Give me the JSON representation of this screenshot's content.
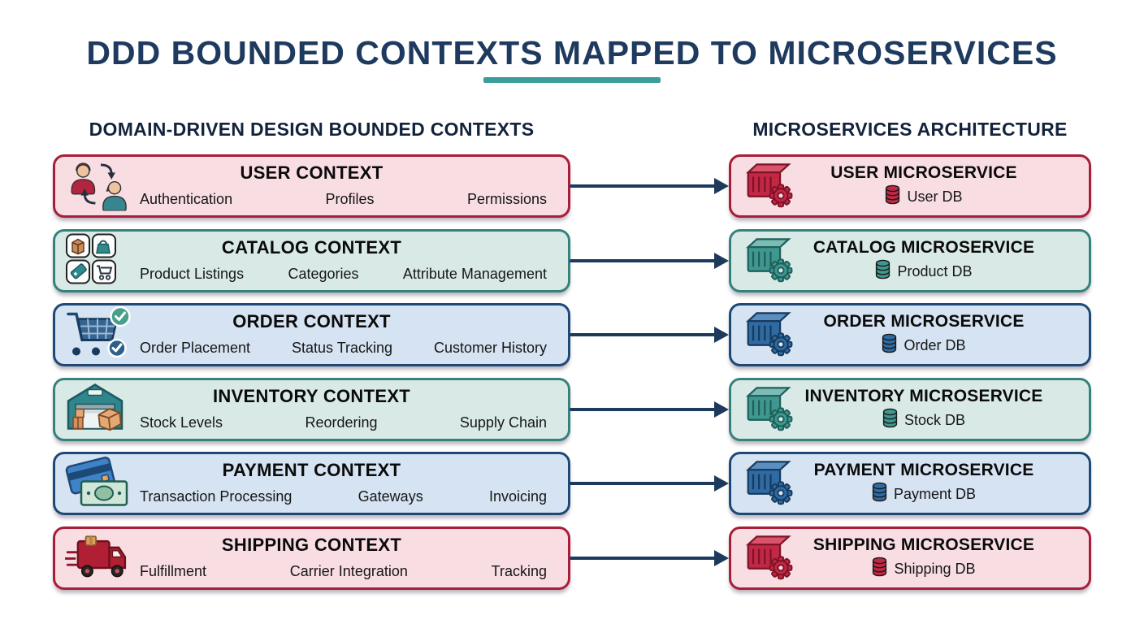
{
  "title": "DDD BOUNDED CONTEXTS MAPPED TO MICROSERVICES",
  "columns": {
    "left": "DOMAIN-DRIVEN DESIGN BOUNDED CONTEXTS",
    "right": "MICROSERVICES ARCHITECTURE"
  },
  "colors": {
    "title_text": "#1e3a5f",
    "underline": "#3a9d9b",
    "arrow": "#1d3a5c",
    "pink_bg": "#f8dde3",
    "pink_border": "#a81e38",
    "teal_bg": "#d9eae6",
    "teal_border": "#35827d",
    "blue_bg": "#d5e3f2",
    "blue_border": "#1d4976"
  },
  "rows": [
    {
      "theme": "pink",
      "left": {
        "icon": "users-swap-icon",
        "title": "USER CONTEXT",
        "items": [
          "Authentication",
          "Profiles",
          "Permissions"
        ]
      },
      "right": {
        "icon": "container-gear-icon",
        "title": "USER MICROSERVICE",
        "db_icon": "database-icon",
        "db_label": "User DB"
      }
    },
    {
      "theme": "teal",
      "left": {
        "icon": "catalog-items-icon",
        "title": "CATALOG CONTEXT",
        "items": [
          "Product Listings",
          "Categories",
          "Attribute Management"
        ]
      },
      "right": {
        "icon": "container-gear-icon",
        "title": "CATALOG MICROSERVICE",
        "db_icon": "database-icon",
        "db_label": "Product DB"
      }
    },
    {
      "theme": "blue",
      "left": {
        "icon": "order-cart-icon",
        "title": "ORDER CONTEXT",
        "items": [
          "Order Placement",
          "Status Tracking",
          "Customer History"
        ]
      },
      "right": {
        "icon": "container-gear-icon",
        "title": "ORDER MICROSERVICE",
        "db_icon": "database-icon",
        "db_label": "Order DB"
      }
    },
    {
      "theme": "teal",
      "left": {
        "icon": "warehouse-icon",
        "title": "INVENTORY CONTEXT",
        "items": [
          "Stock Levels",
          "Reordering",
          "Supply Chain"
        ]
      },
      "right": {
        "icon": "container-gear-icon",
        "title": "INVENTORY MICROSERVICE",
        "db_icon": "database-icon",
        "db_label": "Stock DB"
      }
    },
    {
      "theme": "blue",
      "left": {
        "icon": "payment-card-icon",
        "title": "PAYMENT CONTEXT",
        "items": [
          "Transaction Processing",
          "Gateways",
          "Invoicing"
        ]
      },
      "right": {
        "icon": "container-gear-icon",
        "title": "PAYMENT MICROSERVICE",
        "db_icon": "database-icon",
        "db_label": "Payment DB"
      }
    },
    {
      "theme": "pink",
      "left": {
        "icon": "shipping-truck-icon",
        "title": "SHIPPING CONTEXT",
        "items": [
          "Fulfillment",
          "Carrier Integration",
          "Tracking"
        ]
      },
      "right": {
        "icon": "container-gear-icon",
        "title": "SHIPPING MICROSERVICE",
        "db_icon": "database-icon",
        "db_label": "Shipping DB"
      }
    }
  ]
}
